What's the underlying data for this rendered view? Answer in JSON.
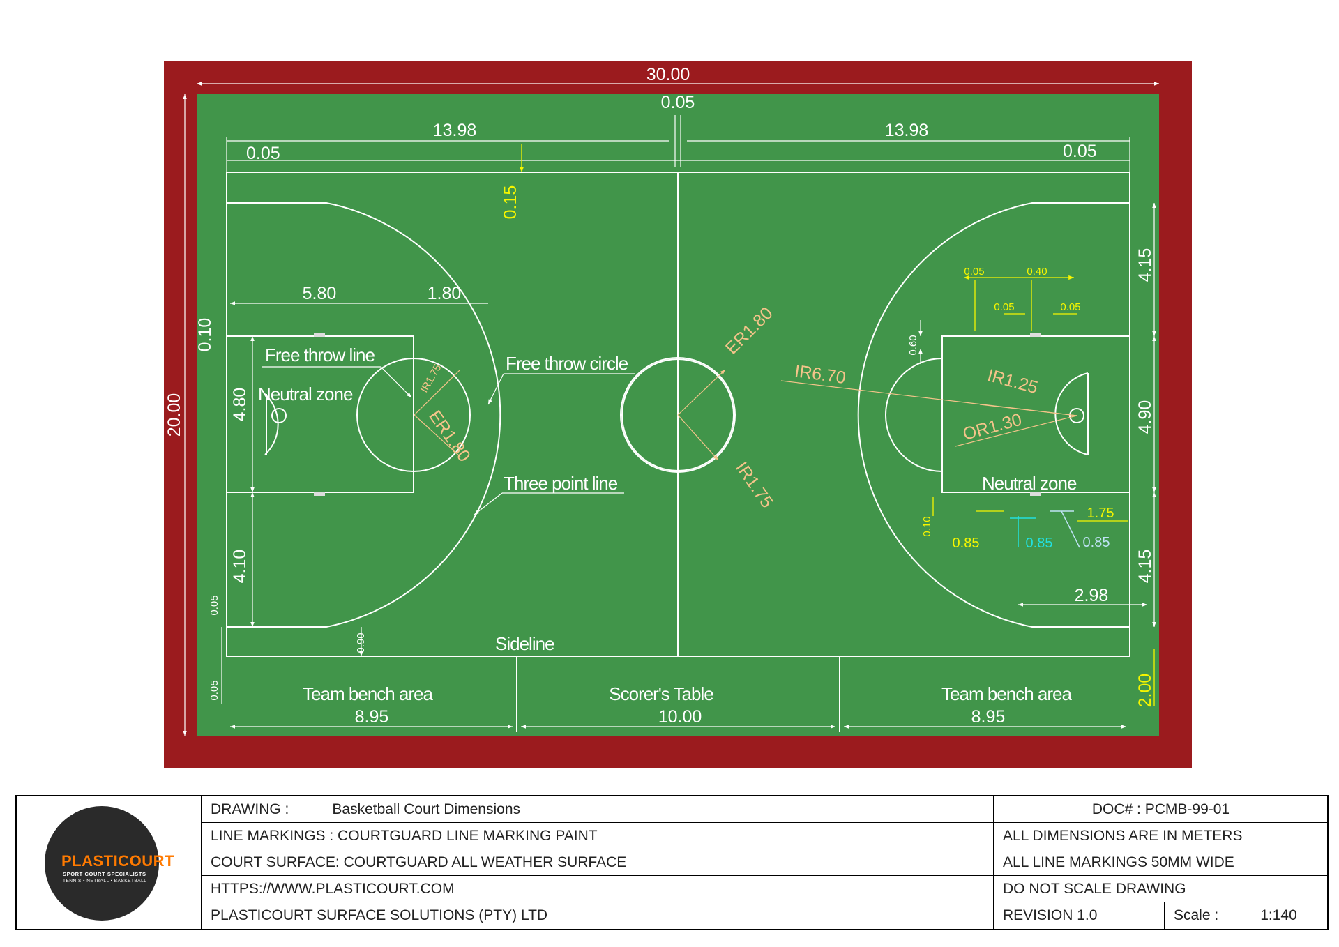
{
  "colors": {
    "border_red": "#9b1b1e",
    "court_green": "#41954a",
    "line_white": "#ffffff",
    "dim_yellow": "#f5f500",
    "dim_orange": "#f4c48a",
    "dim_cyan": "#22e0e0",
    "dim_lightblue": "#bfe3f5"
  },
  "dimensions": {
    "overall_length": "30.00",
    "overall_width": "20.00",
    "center_line_width": "0.05",
    "left_half": "13.98",
    "right_half": "13.98",
    "left_end_line": "0.05",
    "right_end_line": "0.05",
    "line_offset": "0.15",
    "key_length": "5.80",
    "key_to_ft_circle": "1.80",
    "left_top_offset": "0.10",
    "key_width_left": "4.80",
    "lower_side_left": "4.10",
    "left_line_a": "0.05",
    "left_line_b": "0.05",
    "corner_offset": "0.90",
    "right_upper_side": "4.15",
    "right_key_width": "4.90",
    "right_lower_side": "4.15",
    "bench_depth": "2.00",
    "corner_three": "2.98",
    "right_key_offset": "0.60",
    "right_bottom_offset": "0.10",
    "mark_a": "0.05",
    "mark_b": "0.40",
    "mark_c": "0.05",
    "mark_d": "0.05",
    "space_a": "0.85",
    "space_b": "0.85",
    "space_c": "0.85",
    "space_d": "1.75",
    "bench_left": "8.95",
    "scorer": "10.00",
    "bench_right": "8.95"
  },
  "radii": {
    "center_er": "ER1.80",
    "center_ir": "IR1.75",
    "left_ir": "IR1.75",
    "left_er": "ER1.80",
    "three_point": "IR6.70",
    "right_ir": "IR1.25",
    "right_or": "OR1.30"
  },
  "labels": {
    "free_throw_line": "Free throw line",
    "neutral_zone_left": "Neutral zone",
    "free_throw_circle": "Free throw circle",
    "three_point_line": "Three point line",
    "neutral_zone_right": "Neutral zone",
    "sideline": "Sideline",
    "team_bench_left": "Team bench area",
    "scorers_table": "Scorer's Table",
    "team_bench_right": "Team bench area"
  },
  "title_block": {
    "logo_text": "PLASTICOURT",
    "logo_tagline": "SPORT COURT SPECIALISTS",
    "logo_sports": "TENNIS • NETBALL • BASKETBALL",
    "drawing_label": "DRAWING :",
    "drawing_title": "Basketball Court Dimensions",
    "line_markings": "LINE MARKINGS  : COURTGUARD LINE MARKING PAINT",
    "court_surface": "COURT SURFACE: COURTGUARD ALL WEATHER SURFACE",
    "website": "HTTPS://WWW.PLASTICOURT.COM",
    "company": "PLASTICOURT SURFACE SOLUTIONS (PTY) LTD",
    "doc_number": "DOC# : PCMB-99-01",
    "units_note": "ALL DIMENSIONS ARE IN METERS",
    "line_width_note": "ALL LINE MARKINGS 50MM WIDE",
    "scale_note": "DO NOT SCALE DRAWING",
    "revision": "REVISION 1.0",
    "scale_label": "Scale :",
    "scale_value": "1:140"
  }
}
